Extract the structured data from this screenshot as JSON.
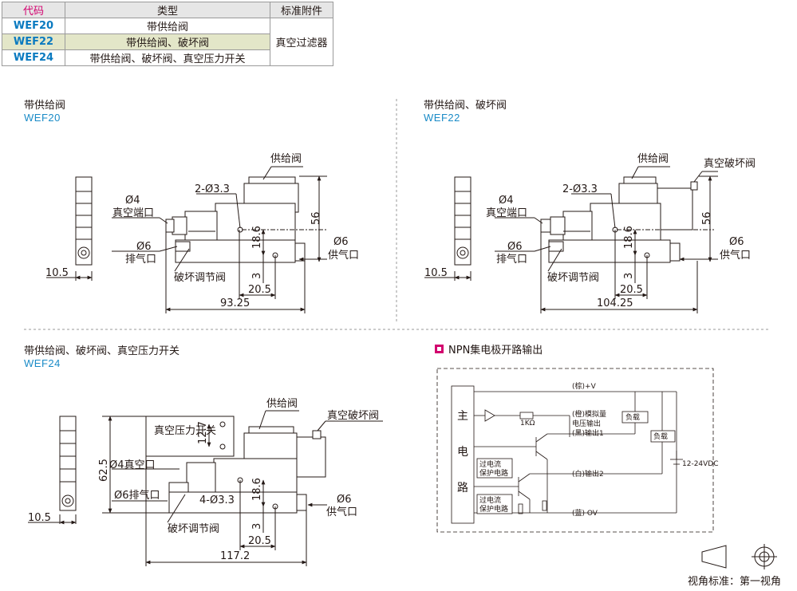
{
  "table": {
    "headers": [
      "代码",
      "类型",
      "标准附件"
    ],
    "rows": [
      {
        "code": "WEF20",
        "type": "带供给阀"
      },
      {
        "code": "WEF22",
        "type": "带供给阀、破坏阀"
      },
      {
        "code": "WEF24",
        "type": "带供给阀、破坏阀、真空压力开关"
      }
    ],
    "accessory": "真空过滤器"
  },
  "views": [
    {
      "title": "带供给阀",
      "model": "WEF20",
      "labels": {
        "supply_valve": "供给阀",
        "holes": "2-Ø3.3",
        "vac_port_d": "Ø4",
        "vac_port": "真空端口",
        "exhaust_d": "Ø6",
        "exhaust": "排气口",
        "supply_port_d": "Ø6",
        "supply_port": "供气口",
        "break_adj": "破坏调节阀",
        "dim_width": "10.5",
        "dim_height": "56",
        "dim_hole_y": "18.6",
        "dim_3": "3",
        "dim_hole_x": "20.5",
        "dim_length": "93.25"
      }
    },
    {
      "title": "带供给阀、破坏阀",
      "model": "WEF22",
      "labels": {
        "supply_valve": "供给阀",
        "break_valve": "真空破坏阀",
        "holes": "2-Ø3.3",
        "vac_port_d": "Ø4",
        "vac_port": "真空端口",
        "exhaust_d": "Ø6",
        "exhaust": "排气口",
        "supply_port_d": "Ø6",
        "supply_port": "供气口",
        "break_adj": "破坏调节阀",
        "dim_width": "10.5",
        "dim_height": "56",
        "dim_hole_y": "18.6",
        "dim_3": "3",
        "dim_hole_x": "20.5",
        "dim_length": "104.25"
      }
    },
    {
      "title": "带供给阀、破坏阀、真空压力开关",
      "model": "WEF24",
      "labels": {
        "switch": "真空压力开关",
        "dim_sw": "12.7",
        "supply_valve": "供给阀",
        "break_valve": "真空破坏阀",
        "dim_height": "62.5",
        "vac_port": "Ø4真空口",
        "exhaust": "Ø6排气口",
        "holes": "4-Ø3.3",
        "dim_hole_y": "18.6",
        "supply_port_d": "Ø6",
        "supply_port": "供气口",
        "dim_width": "10.5",
        "break_adj": "破坏调节阀",
        "dim_3": "3",
        "dim_hole_x": "20.5",
        "dim_length": "117.2"
      }
    }
  ],
  "circuit": {
    "title": "NPN集电极开路输出",
    "main_circuit": [
      "主",
      "电",
      "路"
    ],
    "vplus": "(棕)+V",
    "analog_out": [
      "(橙)模拟量",
      "电压输出",
      "(黑)输出1"
    ],
    "resistor": "1KΩ",
    "load": "负载",
    "overcurrent": [
      "过电流",
      "保护电路"
    ],
    "out2": "(白)输出2",
    "ov": "(蓝) OV",
    "supply": "12-24VDC"
  },
  "projection": {
    "label": "视角标准：第一视角"
  },
  "colors": {
    "code": "#0a7ac0",
    "header_code": "#d2006e",
    "model": "#1a8bc7",
    "highlight": "#e3e6c8",
    "circuit_marker": "#d2006e"
  }
}
